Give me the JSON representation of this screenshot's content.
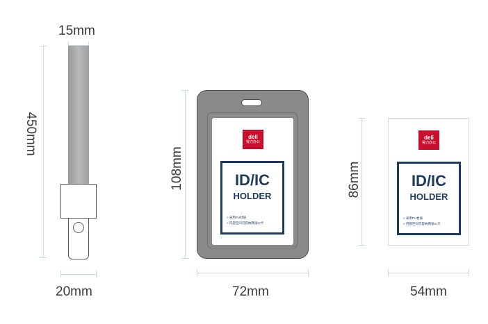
{
  "dimensions": {
    "strap_width": "15mm",
    "strap_length": "450mm",
    "clip_width": "20mm",
    "holder_height": "108mm",
    "holder_width": "72mm",
    "card_height": "86mm",
    "card_width": "54mm"
  },
  "card": {
    "brand": "deli",
    "brand_cn": "得力办公",
    "title_line1": "ID/IC",
    "title_line2": "HOLDER",
    "note_line1": "> 采用PU材质",
    "note_line2": "> 内部空间可容纳两张IC卡"
  },
  "colors": {
    "dimension_line": "#c5dcef",
    "brand_red": "#c8102e",
    "navy": "#1d3a5f",
    "holder_gray": "#8a8a8a",
    "strap_gray": "#a8a8a8"
  }
}
